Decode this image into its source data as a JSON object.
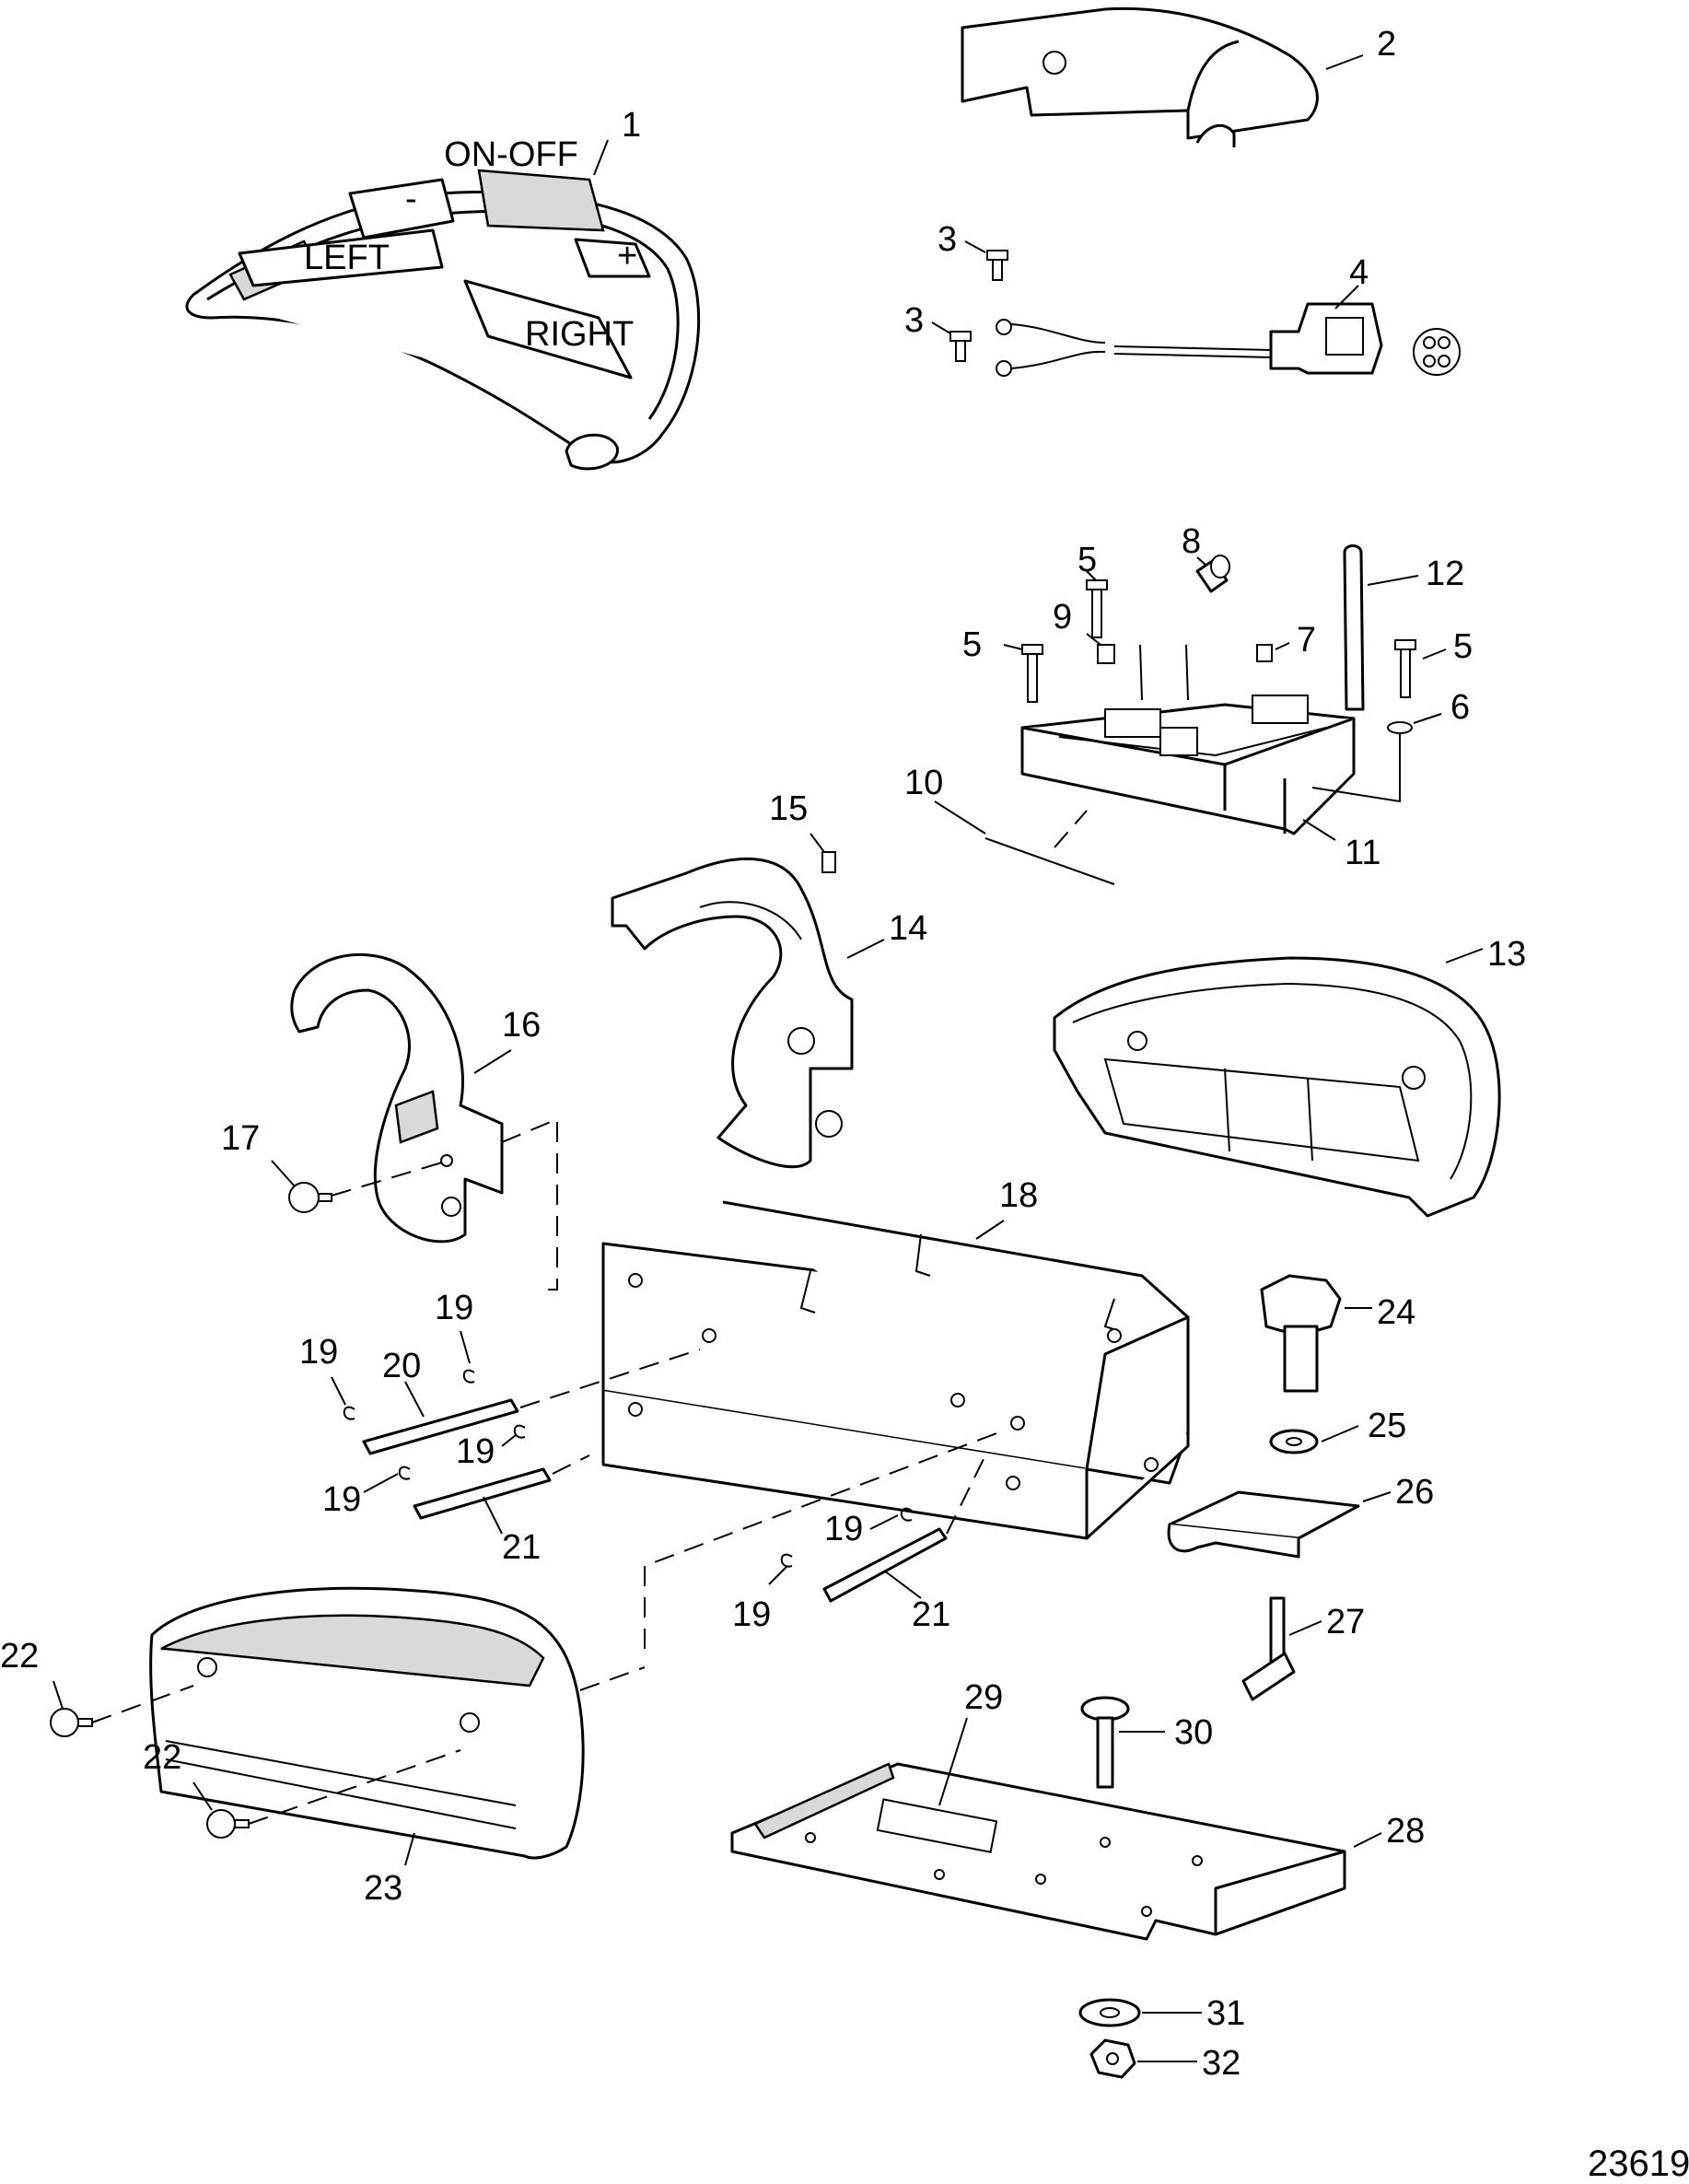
{
  "diagram": {
    "callouts": [
      "1",
      "2",
      "3",
      "3",
      "4",
      "5",
      "5",
      "5",
      "6",
      "7",
      "8",
      "9",
      "10",
      "11",
      "12",
      "13",
      "14",
      "15",
      "16",
      "17",
      "18",
      "19",
      "19",
      "19",
      "19",
      "19",
      "19",
      "20",
      "21",
      "21",
      "22",
      "22",
      "23",
      "24",
      "25",
      "26",
      "27",
      "28",
      "29",
      "30",
      "31",
      "32"
    ],
    "figure_id": "23619",
    "button_labels": {
      "on_off": "ON-OFF",
      "left": "LEFT",
      "right": "RIGHT",
      "plus": "+",
      "minus": "-"
    }
  }
}
